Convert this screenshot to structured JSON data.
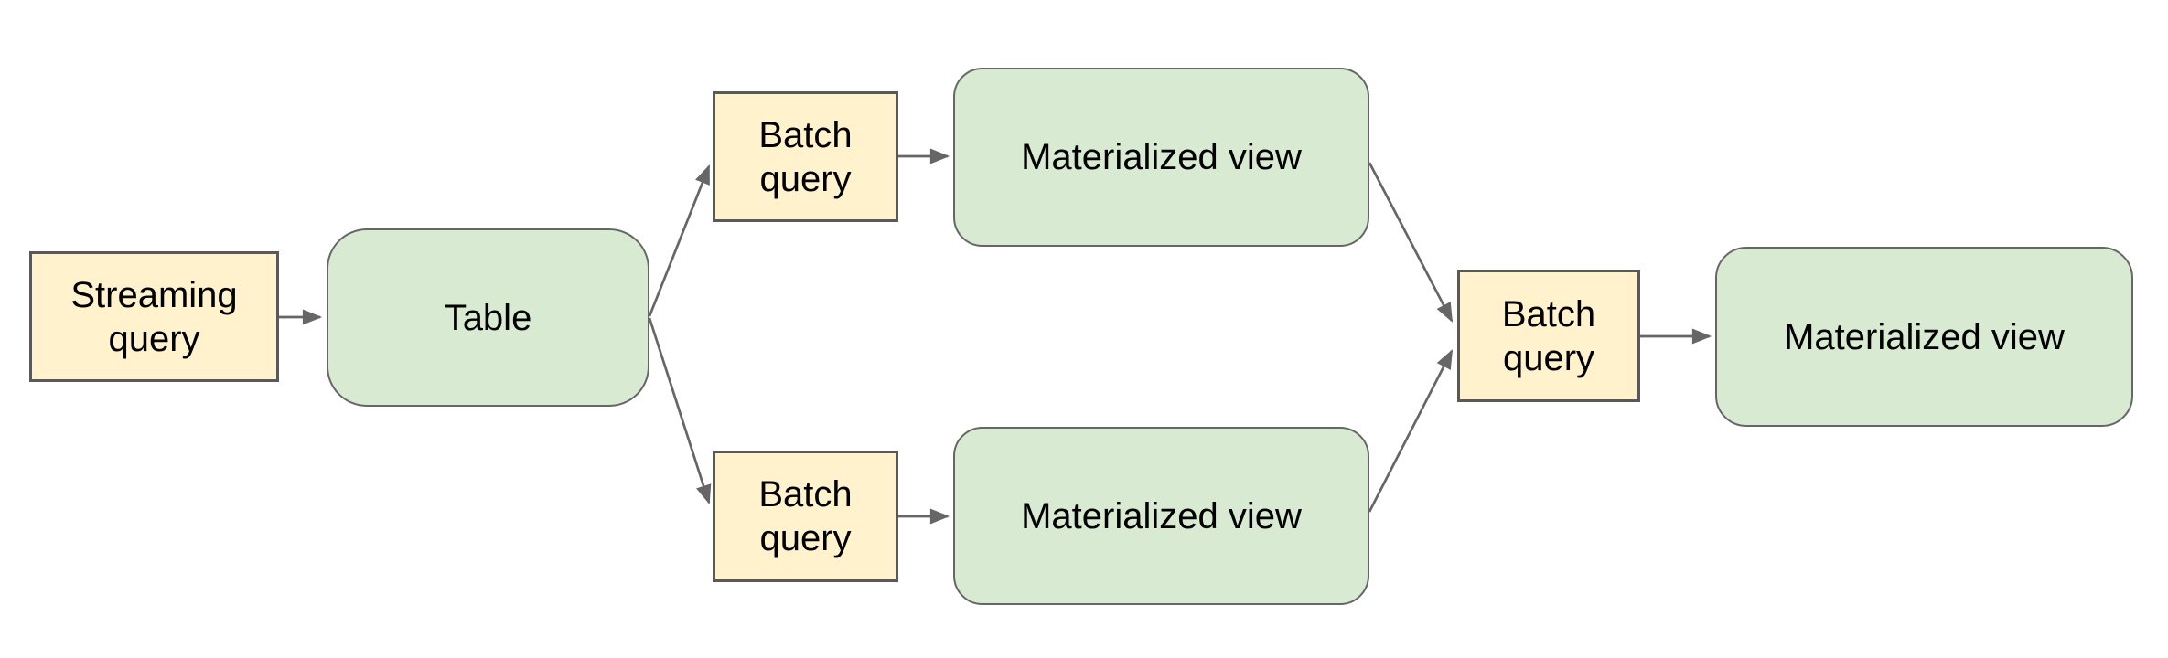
{
  "diagram": {
    "background": "#ffffff",
    "palette": {
      "query_fill": "#fff2cc",
      "query_border": "#595959",
      "view_fill": "#d9ead3",
      "view_border": "#666666",
      "connector": "#666666",
      "label_text": "#000000"
    },
    "nodes": [
      {
        "id": "streaming-query",
        "label": "Streaming query",
        "kind": "query"
      },
      {
        "id": "table",
        "label": "Table",
        "kind": "view"
      },
      {
        "id": "batch-query-top",
        "label": "Batch query",
        "kind": "query"
      },
      {
        "id": "materialized-view-top",
        "label": "Materialized view",
        "kind": "view"
      },
      {
        "id": "batch-query-bottom",
        "label": "Batch query",
        "kind": "query"
      },
      {
        "id": "materialized-view-bottom",
        "label": "Materialized view",
        "kind": "view"
      },
      {
        "id": "batch-query-right",
        "label": "Batch query",
        "kind": "query"
      },
      {
        "id": "materialized-view-right",
        "label": "Materialized view",
        "kind": "view"
      }
    ],
    "edges": [
      {
        "from": "streaming-query",
        "to": "table"
      },
      {
        "from": "table",
        "to": "batch-query-top"
      },
      {
        "from": "table",
        "to": "batch-query-bottom"
      },
      {
        "from": "batch-query-top",
        "to": "materialized-view-top"
      },
      {
        "from": "batch-query-bottom",
        "to": "materialized-view-bottom"
      },
      {
        "from": "materialized-view-top",
        "to": "batch-query-right"
      },
      {
        "from": "materialized-view-bottom",
        "to": "batch-query-right"
      },
      {
        "from": "batch-query-right",
        "to": "materialized-view-right"
      }
    ]
  }
}
